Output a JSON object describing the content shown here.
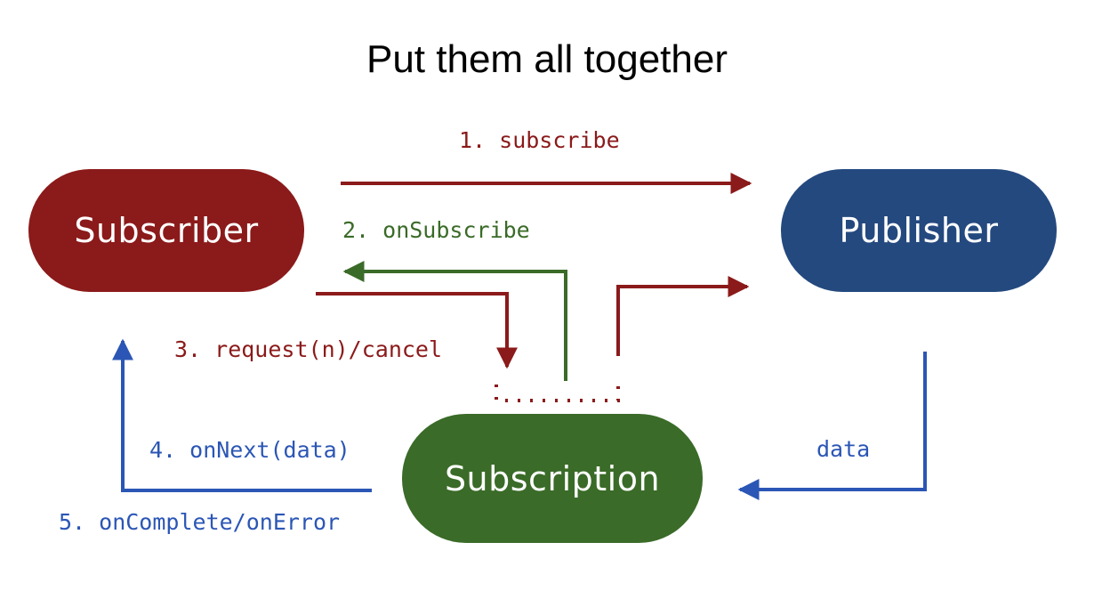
{
  "slide": {
    "title": "Put them all together",
    "background": "#ffffff"
  },
  "colors": {
    "subscriber_red": "#8b1a1a",
    "publisher_blue": "#24497f",
    "subscription_green": "#3a6b28",
    "arrow_blue": "#2b56b5",
    "text_black": "#000000",
    "node_text": "#ffffff"
  },
  "nodes": [
    {
      "id": "subscriber",
      "label": "Subscriber",
      "color": "#8b1a1a"
    },
    {
      "id": "publisher",
      "label": "Publisher",
      "color": "#24497f"
    },
    {
      "id": "subscription",
      "label": "Subscription",
      "color": "#3a6b28"
    }
  ],
  "edges": [
    {
      "id": "subscribe",
      "step": "1",
      "label": "1. subscribe",
      "color": "#8b1a1a",
      "from": "Subscriber",
      "to": "Publisher"
    },
    {
      "id": "onsubscribe",
      "step": "2",
      "label": "2. onSubscribe",
      "color": "#3a6b28",
      "from": "Subscription",
      "to": "Subscriber"
    },
    {
      "id": "request-cancel",
      "step": "3",
      "label": "3. request(n)/cancel",
      "color": "#8b1a1a",
      "from": "Subscriber",
      "to": "Subscription"
    },
    {
      "id": "onnext",
      "step": "4",
      "label": "4. onNext(data)",
      "color": "#2b56b5",
      "from": "Subscription",
      "to": "Subscriber"
    },
    {
      "id": "oncomplete-onerror",
      "step": "5",
      "label": "5. onComplete/onError",
      "color": "#2b56b5",
      "from": "Subscription",
      "to": "Subscriber"
    },
    {
      "id": "data",
      "step": "",
      "label": "data",
      "color": "#2b56b5",
      "from": "Publisher",
      "to": "Subscription"
    },
    {
      "id": "subscription-to-publisher",
      "step": "",
      "label": "",
      "color": "#8b1a1a",
      "from": "Subscription",
      "to": "Publisher"
    }
  ]
}
